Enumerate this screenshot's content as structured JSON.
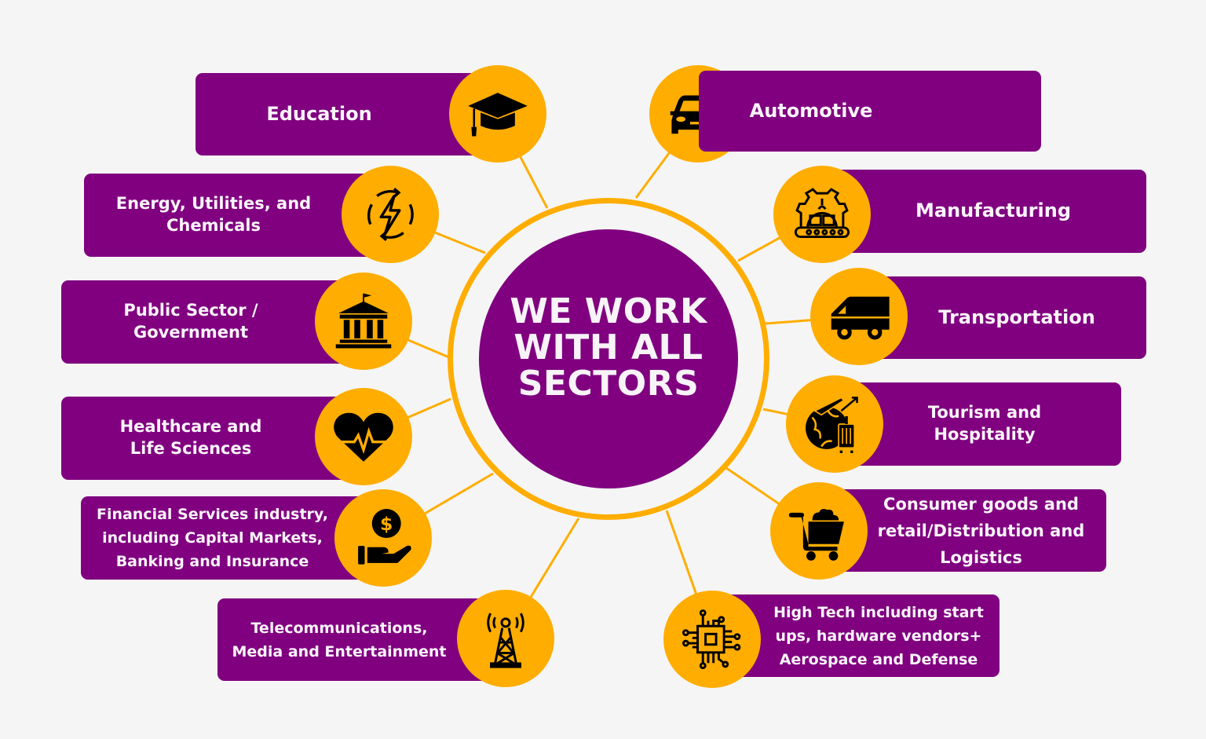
{
  "center": {
    "title": "WE WORK WITH ALL SECTORS"
  },
  "colors": {
    "purple": "#800080",
    "orange": "#FFAD00",
    "background": "#f5f5f5",
    "text": "#fbf4fb"
  },
  "sectors": [
    {
      "label": "Education",
      "icon": "graduation-cap-icon",
      "side": "left"
    },
    {
      "label": "Energy, Utilities, and Chemicals",
      "icon": "energy-cycle-icon",
      "side": "left"
    },
    {
      "label": "Public Sector / Government",
      "icon": "government-building-icon",
      "side": "left"
    },
    {
      "label": "Healthcare and Life Sciences",
      "icon": "heart-pulse-icon",
      "side": "left"
    },
    {
      "label": "Financial Services industry, including Capital Markets, Banking and Insurance",
      "icon": "hand-dollar-icon",
      "side": "left"
    },
    {
      "label": "Telecommunications, Media and Entertainment",
      "icon": "radio-tower-icon",
      "side": "left"
    },
    {
      "label": "Automotive",
      "icon": "car-icon",
      "side": "right"
    },
    {
      "label": "Manufacturing",
      "icon": "conveyor-gear-icon",
      "side": "right"
    },
    {
      "label": "Transportation",
      "icon": "truck-icon",
      "side": "right"
    },
    {
      "label": "Tourism and Hospitality",
      "icon": "globe-plane-luggage-icon",
      "side": "right"
    },
    {
      "label": "Consumer goods and retail/Distribution and Logistics",
      "icon": "shopping-cart-icon",
      "side": "right"
    },
    {
      "label": "High Tech including start ups, hardware vendors+ Aerospace and Defense",
      "icon": "microchip-icon",
      "side": "right"
    }
  ]
}
